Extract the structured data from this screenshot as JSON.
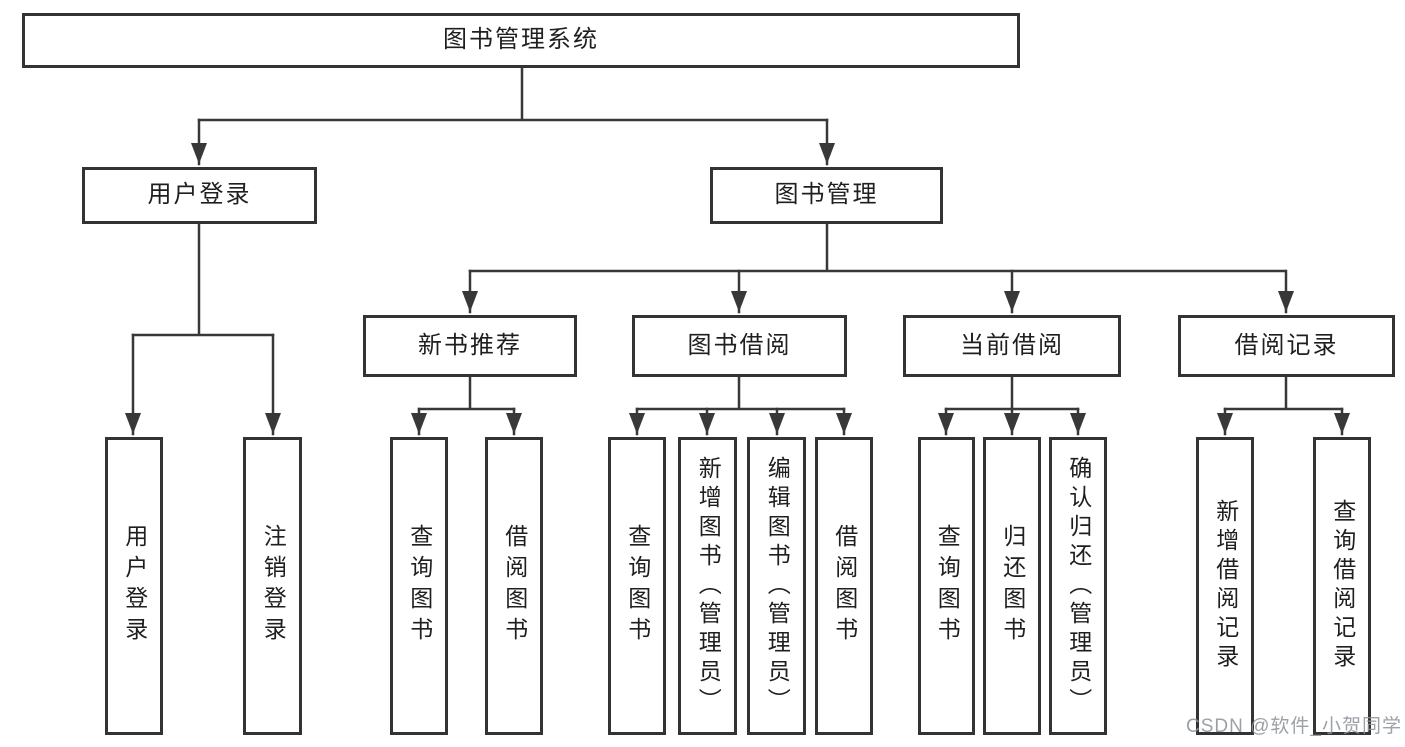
{
  "diagram": {
    "root": {
      "label": "图书管理系统"
    },
    "branches": [
      {
        "label": "用户登录",
        "children": [
          {
            "label": "用户登录"
          },
          {
            "label": "注销登录"
          }
        ]
      },
      {
        "label": "图书管理",
        "children": [
          {
            "label": "新书推荐",
            "children": [
              {
                "label": "查询图书"
              },
              {
                "label": "借阅图书"
              }
            ]
          },
          {
            "label": "图书借阅",
            "children": [
              {
                "label": "查询图书"
              },
              {
                "label": "新增图书（管理员）"
              },
              {
                "label": "编辑图书（管理员）"
              },
              {
                "label": "借阅图书"
              }
            ]
          },
          {
            "label": "当前借阅",
            "children": [
              {
                "label": "查询图书"
              },
              {
                "label": "归还图书"
              },
              {
                "label": "确认归还（管理员）"
              }
            ]
          },
          {
            "label": "借阅记录",
            "children": [
              {
                "label": "新增借阅记录"
              },
              {
                "label": "查询借阅记录"
              }
            ]
          }
        ]
      }
    ],
    "colors": {
      "line": "#383838",
      "text": "#1f1f1f",
      "background": "#ffffff",
      "watermark": "#8d949c"
    }
  },
  "watermark": {
    "text": "CSDN @软件_小贺同学"
  }
}
